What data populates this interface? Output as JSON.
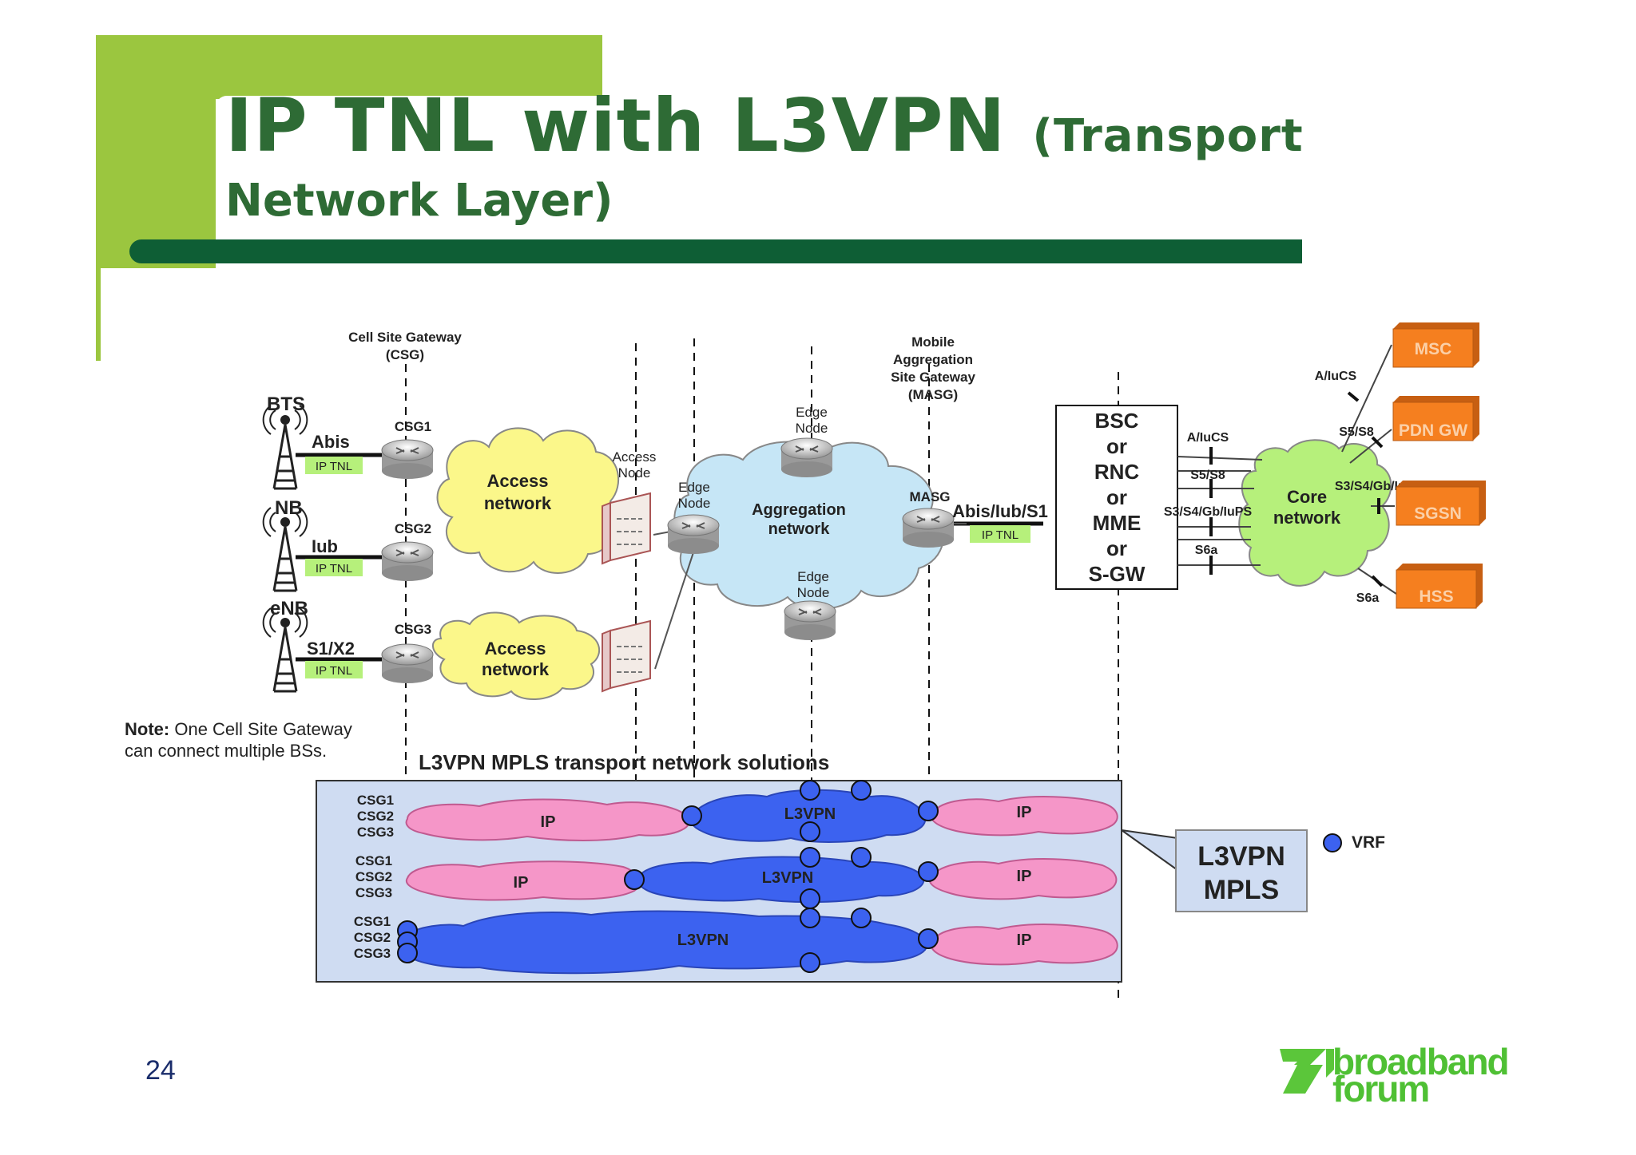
{
  "title": {
    "main": "IP TNL with L3VPN",
    "sub": "(Transport",
    "line2": "Network Layer)"
  },
  "page_number": "24",
  "note": {
    "label": "Note:",
    "text": "One Cell Site Gateway can connect multiple BSs."
  },
  "logo": {
    "top": "broadband",
    "bottom": "forum"
  },
  "diagram": {
    "csg_header": [
      "Cell Site Gateway",
      "(CSG)"
    ],
    "masg_header": [
      "Mobile",
      "Aggregation",
      "Site Gateway",
      "(MASG)"
    ],
    "bts": "BTS",
    "nb": "NB",
    "enb": "eNB",
    "abis": "Abis",
    "iub": "Iub",
    "s1x2": "S1/X2",
    "iptnl": "IP TNL",
    "csg1": "CSG1",
    "csg2": "CSG2",
    "csg3": "CSG3",
    "access_network": [
      "Access",
      "network"
    ],
    "access_node": [
      "Access",
      "Node"
    ],
    "edge_node": [
      "Edge",
      "Node"
    ],
    "aggregation_network": [
      "Aggregation",
      "network"
    ],
    "masg": "MASG",
    "abis_iub_s1": "Abis/Iub/S1",
    "bsc_box": [
      "BSC",
      "or",
      "RNC",
      "or",
      "MME",
      "or",
      "S-GW"
    ],
    "interfaces": {
      "a_iucs": "A/IuCS",
      "s5s8": "S5/S8",
      "s3s4": "S3/S4/Gb/IuPS",
      "s6a": "S6a"
    },
    "core_network": [
      "Core",
      "network"
    ],
    "core_nodes": [
      "MSC",
      "PDN GW",
      "SGSN",
      "HSS"
    ],
    "mpls_title": "L3VPN MPLS transport network solutions",
    "row_csgs": [
      "CSG1",
      "CSG2",
      "CSG3"
    ],
    "ip": "IP",
    "l3vpn": "L3VPN",
    "legend_box": [
      "L3VPN",
      "MPLS"
    ],
    "vrf": "VRF"
  },
  "colors": {
    "title_green": "#2e6b35",
    "bar_green": "#0e5e35",
    "lime": "#9bc63f",
    "cloud_yellow": "#fbf78a",
    "cloud_blue": "#c6e6f6",
    "cloud_green": "#b6f07b",
    "pink": "#f596c8",
    "vpn_blue": "#3c62f0",
    "orange": "#f57f1f",
    "panel": "#cfdcf2"
  }
}
